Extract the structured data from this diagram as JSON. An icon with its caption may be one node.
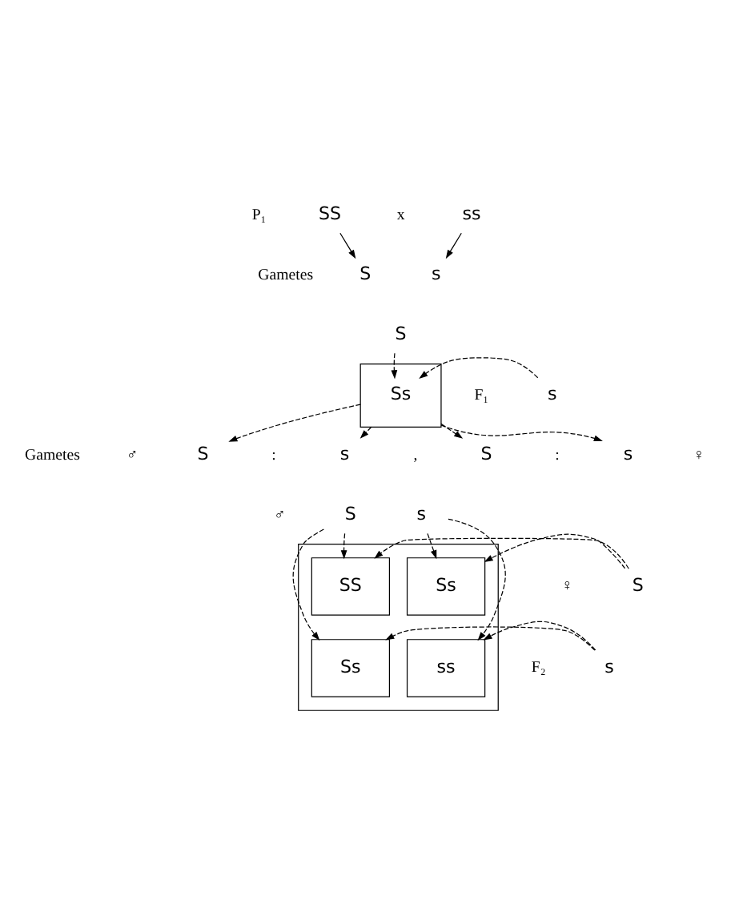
{
  "diagram": {
    "nodes": [
      {
        "text": [
          "SS"
        ]
      },
      {
        "text": [
          "ss"
        ]
      },
      {
        "text": [
          "S"
        ]
      },
      {
        "text": [
          "s"
        ]
      },
      {
        "text": [],
        "shape": "box"
      },
      {
        "text": [
          "S"
        ]
      },
      {
        "text": [
          "s"
        ]
      },
      {
        "text": [
          "Ss"
        ],
        "in": 4
      },
      {
        "text": [
          "S"
        ]
      },
      {
        "text": [
          "s"
        ]
      },
      {
        "text": [
          "S"
        ]
      },
      {
        "text": [
          "s"
        ]
      },
      {
        "text": [],
        "shape": "box"
      },
      {
        "text": [
          "S"
        ]
      },
      {
        "text": [
          "s"
        ]
      },
      {
        "text": [
          "S"
        ]
      },
      {
        "text": [
          "s"
        ]
      },
      {
        "text": [
          "SS"
        ],
        "in": 12
      },
      {
        "text": [
          "Ss"
        ],
        "in": 12
      },
      {
        "text": [
          "Ss"
        ],
        "in": 12
      },
      {
        "text": [
          "ss"
        ],
        "in": 12
      }
    ],
    "edges": [
      {
        "from": 0,
        "to": 2,
        "arrow": "to"
      },
      {
        "from": 1,
        "to": 3,
        "arrow": "to"
      },
      {
        "from": 5,
        "to": 7,
        "arrow": "to",
        "style": "dashed"
      },
      {
        "from": 6,
        "to": 7,
        "arrow": "to",
        "style": "dashed"
      },
      {
        "from": 4,
        "to": 8,
        "arrow": "to",
        "style": "dashed"
      },
      {
        "from": 4,
        "to": 9,
        "arrow": "to",
        "style": "dashed"
      },
      {
        "from": 4,
        "to": 10,
        "arrow": "to",
        "style": "dashed"
      },
      {
        "from": 4,
        "to": 11,
        "arrow": "to",
        "style": "dashed"
      },
      {
        "from": 13,
        "to": 17,
        "arrow": "to",
        "style": "dashed"
      },
      {
        "from": 13,
        "to": 19,
        "arrow": "to",
        "style": "dashed"
      },
      {
        "from": 14,
        "to": 18,
        "arrow": "to",
        "style": "dashed"
      },
      {
        "from": 14,
        "to": 20,
        "arrow": "to",
        "style": "dashed"
      },
      {
        "from": 15,
        "to": 17,
        "arrow": "to",
        "style": "dashed"
      },
      {
        "from": 15,
        "to": 18,
        "arrow": "to",
        "style": "dashed"
      },
      {
        "from": 16,
        "to": 19,
        "arrow": "to",
        "style": "dashed"
      },
      {
        "from": 16,
        "to": 20,
        "arrow": "to",
        "style": "dashed"
      }
    ],
    "labels": [
      "P₁",
      "x",
      "Gametes",
      "F₁",
      "Gametes",
      "♂",
      ":",
      ",",
      ":",
      "♀",
      "♂",
      "♀",
      "F₂"
    ]
  }
}
